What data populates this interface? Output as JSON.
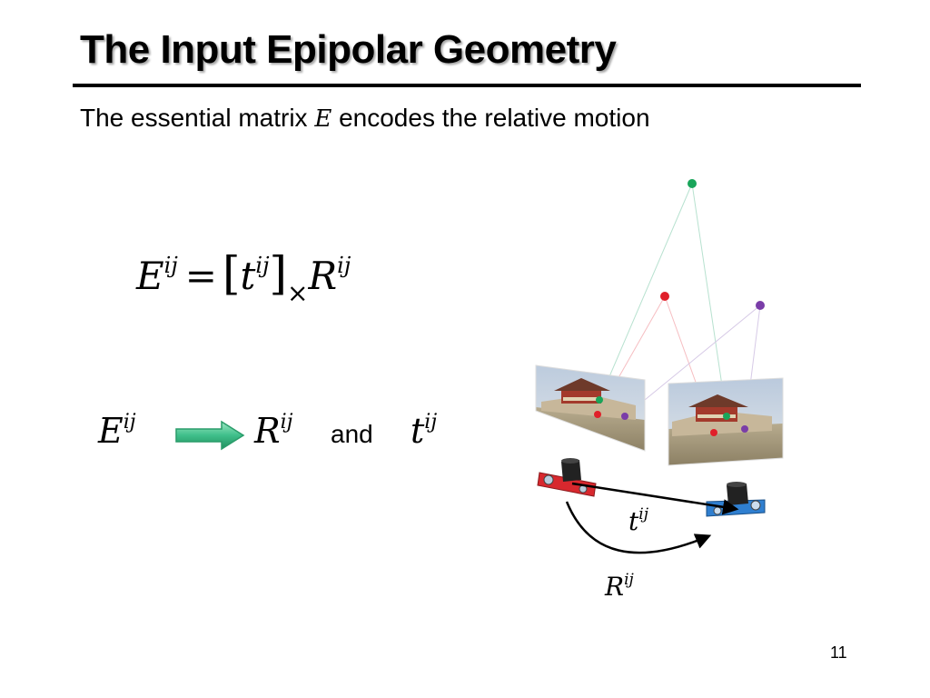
{
  "slide": {
    "title": "The Input Epipolar Geometry",
    "subtitle_pre": "The essential matrix ",
    "subtitle_sym": "E",
    "subtitle_post": " encodes the relative motion",
    "page_number": "11"
  },
  "equation": {
    "lhs": "E",
    "lhs_sup": "ij",
    "eq": "=",
    "bracket_open": "[",
    "t": "t",
    "t_sup": "ij",
    "bracket_close": "]",
    "cross": "×",
    "R": "R",
    "R_sup": "ij"
  },
  "decomposition": {
    "E": "E",
    "E_sup": "ij",
    "R": "R",
    "R_sup": "ij",
    "and_word": "and",
    "t": "t",
    "t_sup": "ij"
  },
  "diagram": {
    "t_label": "t",
    "t_label_sup": "ij",
    "R_label": "R",
    "R_label_sup": "ij",
    "point_colors": {
      "green": "#19a55a",
      "red": "#e0202a",
      "purple": "#7a3da8"
    },
    "arrow_color": "#3fbf8a"
  }
}
